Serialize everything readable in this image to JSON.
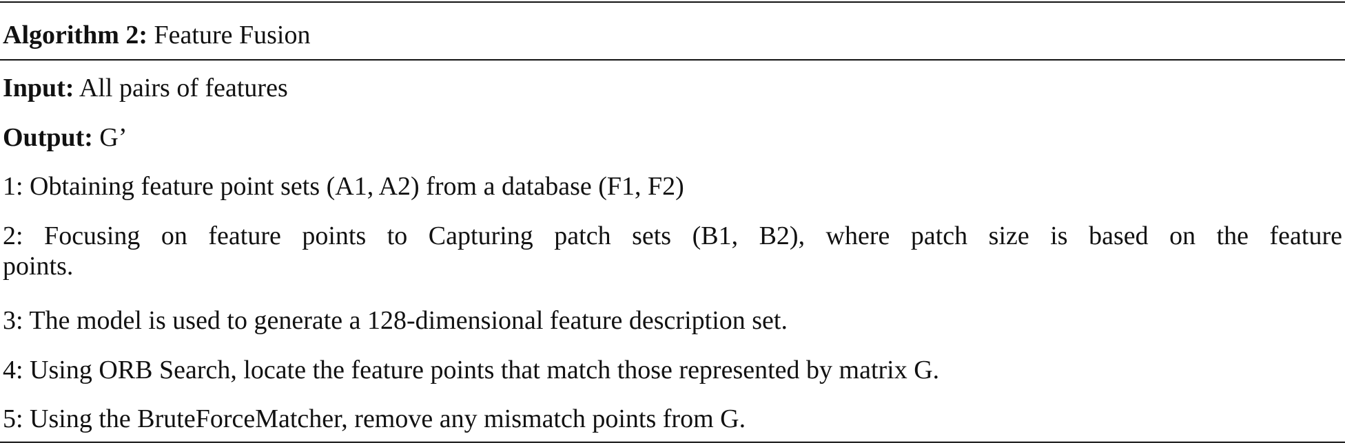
{
  "algorithm": {
    "label": "Algorithm 2:",
    "title": "Feature Fusion"
  },
  "io": {
    "input_label": "Input:",
    "input_value": "All pairs of features",
    "output_label": "Output:",
    "output_value": "G’"
  },
  "steps": [
    "1: Obtaining feature point sets (A1, A2) from a database (F1, F2)",
    "2: Focusing on feature points to Capturing patch sets (B1, B2), where patch size is based on the feature",
    "points.",
    "3: The model is used to generate a 128-dimensional feature description set.",
    "4: Using ORB Search, locate the feature points that match those represented by matrix G.",
    "5: Using the BruteForceMatcher, remove any mismatch points from G."
  ]
}
